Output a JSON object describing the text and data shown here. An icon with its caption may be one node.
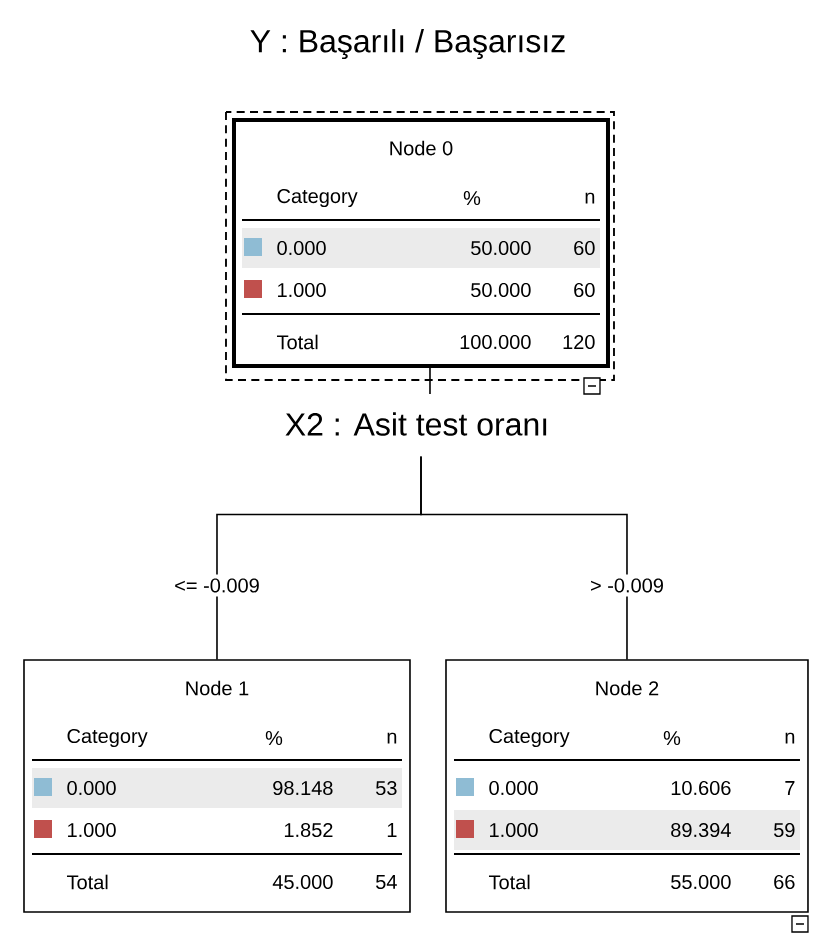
{
  "diagram": {
    "title": "Y : Başarılı / Başarısız",
    "nodes": [
      {
        "text": [
          "Node 0",
          "Category",
          "%",
          "n",
          "0.000",
          "50.000",
          "60",
          "1.000",
          "50.000",
          "60",
          "Total",
          "100.000",
          "120"
        ],
        "beside": [
          "X2 : Asit test oranı"
        ]
      },
      {
        "text": [
          "Node 1",
          "Category",
          "%",
          "n",
          "0.000",
          "98.148",
          "53",
          "1.000",
          "1.852",
          "1",
          "Total",
          "45.000",
          "54"
        ]
      },
      {
        "text": [
          "Node 2",
          "Category",
          "%",
          "n",
          "0.000",
          "10.606",
          "7",
          "1.000",
          "89.394",
          "59",
          "Total",
          "55.000",
          "66"
        ]
      }
    ],
    "edges": [
      {
        "from": 0,
        "to": 1,
        "arrow": "none",
        "label": "<= -0.009"
      },
      {
        "from": 0,
        "to": 2,
        "arrow": "none",
        "label": "> -0.009"
      }
    ]
  }
}
